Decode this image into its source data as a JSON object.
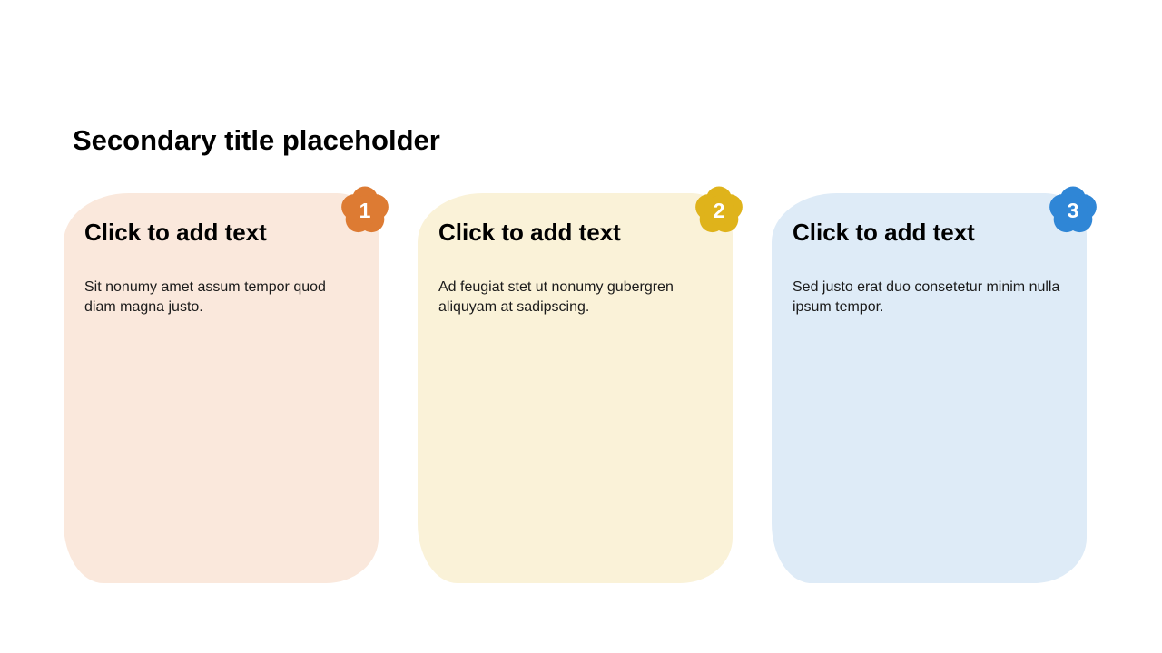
{
  "slide": {
    "title": "Secondary title placeholder",
    "background_color": "#ffffff"
  },
  "cards": [
    {
      "number": "1",
      "heading": "Click to add text",
      "body": "Sit nonumy amet assum tempor quod diam magna justo.",
      "bg_color": "#FAE8DC",
      "badge_color": "#DD7B33"
    },
    {
      "number": "2",
      "heading": "Click to add text",
      "body": "Ad feugiat stet ut nonumy gubergren aliquyam at sadipscing.",
      "bg_color": "#FAF2D8",
      "badge_color": "#DFB31B"
    },
    {
      "number": "3",
      "heading": "Click to add text",
      "body": "Sed justo erat duo consetetur minim nulla ipsum tempor.",
      "bg_color": "#DEEBF7",
      "badge_color": "#2F86D6"
    }
  ]
}
